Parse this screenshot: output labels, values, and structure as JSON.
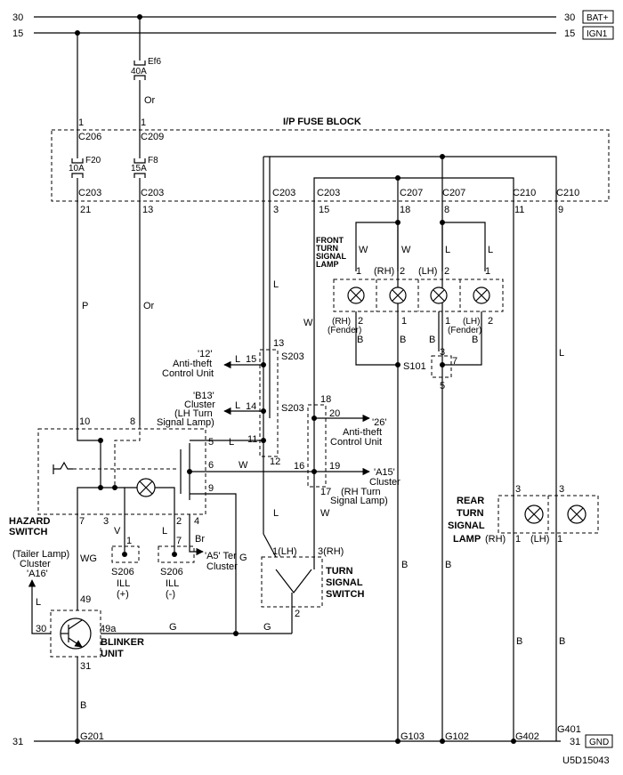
{
  "rails": {
    "bat_num": "30",
    "bat_label": "BAT+",
    "ign_num": "15",
    "ign_label": "IGN1",
    "gnd_num": "31",
    "gnd_label": "GND"
  },
  "fuse_block": {
    "title": "I/P FUSE BLOCK",
    "ef6": "Ef6",
    "ef6_rating": "40A",
    "f20": "F20",
    "f20_rating": "10A",
    "f8": "F8",
    "f8_rating": "15A"
  },
  "wire_colors": {
    "or": "Or",
    "p": "P",
    "l": "L",
    "w": "W",
    "b": "B",
    "v": "V",
    "wg": "WG",
    "g": "G",
    "br": "Br"
  },
  "connectors": {
    "c206": "C206",
    "c209": "C209",
    "c203": "C203",
    "c207": "C207",
    "c210": "C210",
    "pin1": "1",
    "pin21": "21",
    "pin13": "13",
    "pin3": "3",
    "pin15": "15",
    "pin18": "18",
    "pin8": "8",
    "pin11": "11",
    "pin9": "9"
  },
  "front_lamp": {
    "title_1": "FRONT",
    "title_2": "TURN",
    "title_3": "SIGNAL",
    "title_4": "LAMP",
    "rh": "(RH)",
    "lh": "(LH)",
    "rh_fender_1": "(RH)",
    "rh_fender_2": "(Fender)",
    "lh_fender_1": "(LH)",
    "lh_fender_2": "(Fender)"
  },
  "splices": {
    "s101": "S101",
    "s203a": "S203",
    "s203b": "S203",
    "s206a": "S206",
    "s206b": "S206"
  },
  "destinations": {
    "d12_1": "'12'",
    "d12_2": "Anti-theft",
    "d12_3": "Control Unit",
    "b13_1": "'B13'",
    "b13_2": "Cluster",
    "b13_3": "(LH Turn",
    "b13_4": "Signal Lamp)",
    "d26_1": "'26'",
    "d26_2": "Anti-theft",
    "d26_3": "Control Unit",
    "a15_1": "'A15'",
    "a15_2": "Cluster",
    "a15_3": "(RH Turn",
    "a15_4": "Signal Lamp)",
    "a5_1": "'A5' Ter",
    "a5_2": "Cluster",
    "a16_1": "(Tailer Lamp)",
    "a16_2": "Cluster",
    "a16_3": "'A16'"
  },
  "hazard": {
    "title_1": "HAZARD",
    "title_2": "SWITCH",
    "ill_1": "ILL",
    "ill_plus": "(+)",
    "ill_2": "ILL",
    "ill_minus": "(-)"
  },
  "blinker": {
    "title_1": "BLINKER",
    "title_2": "UNIT",
    "p49": "49",
    "p49a": "49a",
    "p30": "30",
    "p31": "31"
  },
  "turn_switch": {
    "title_1": "TURN",
    "title_2": "SIGNAL",
    "title_3": "SWITCH",
    "lh_pin": "1(LH)",
    "rh_pin": "3(RH)",
    "pin2": "2"
  },
  "rear_lamp": {
    "title_1": "REAR",
    "title_2": "TURN",
    "title_3": "SIGNAL",
    "title_4": "LAMP",
    "rh": "(RH)",
    "lh": "(LH)"
  },
  "grounds": {
    "g201": "G201",
    "g103": "G103",
    "g102": "G102",
    "g402": "G402",
    "g401": "G401"
  },
  "pins": {
    "n1": "1",
    "n2": "2",
    "n3": "3",
    "n4": "4",
    "n5": "5",
    "n6": "6",
    "n7": "7",
    "n8": "8",
    "n9": "9",
    "n10": "10",
    "n11": "11",
    "n12": "12",
    "n13": "13",
    "n14": "14",
    "n15": "15",
    "n16": "16",
    "n17": "17",
    "n18": "18",
    "n19": "19",
    "n20": "20"
  },
  "footer_code": "U5D15043"
}
